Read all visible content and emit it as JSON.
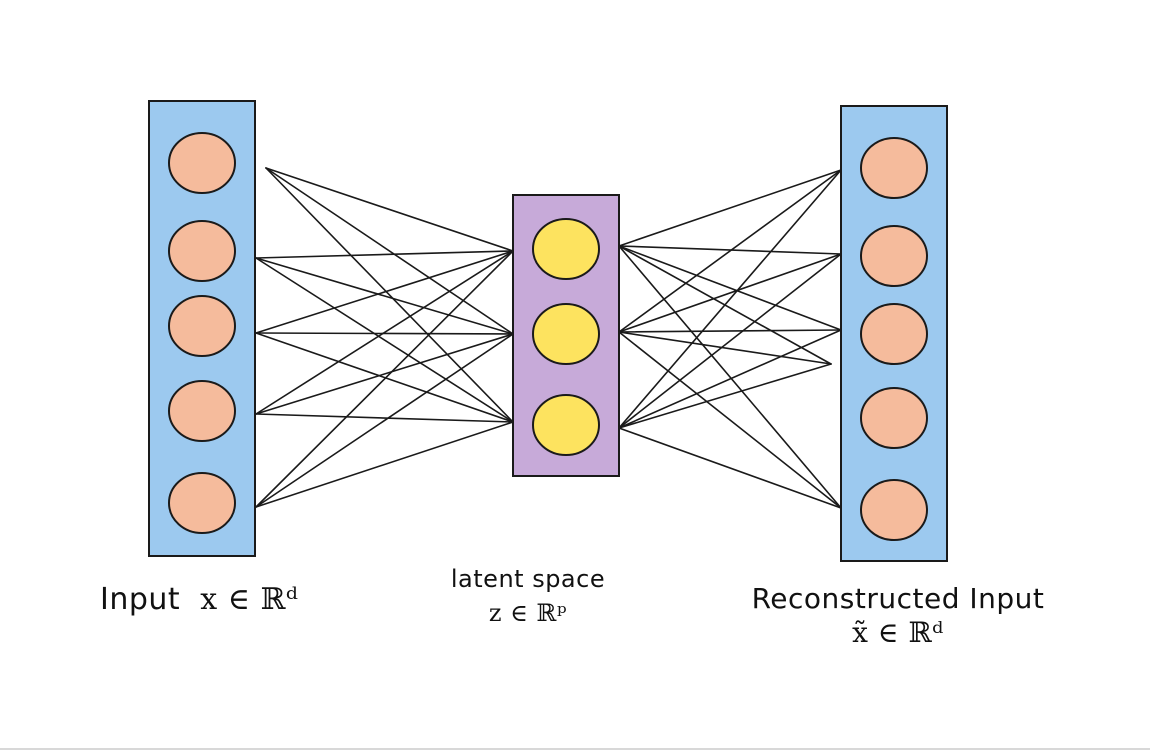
{
  "layers": [
    {
      "id": "input",
      "kind": "encoder-input",
      "nodes": 5,
      "panel_color": "#9cc9ef",
      "node_color": "#f5bb9c"
    },
    {
      "id": "latent",
      "kind": "bottleneck",
      "nodes": 3,
      "panel_color": "#c7aad9",
      "node_color": "#fde35f"
    },
    {
      "id": "output",
      "kind": "decoder-output",
      "nodes": 5,
      "panel_color": "#9cc9ef",
      "node_color": "#f5bb9c"
    }
  ],
  "stroke_color": "#1a1a1a",
  "captions": {
    "input": {
      "label": "Input",
      "math": "x ∈ ℝᵈ"
    },
    "latent": {
      "label": "latent space",
      "math": "z ∈ ℝᵖ"
    },
    "output": {
      "label": "Reconstructed Input",
      "math": "x̃ ∈ ℝᵈ"
    }
  }
}
